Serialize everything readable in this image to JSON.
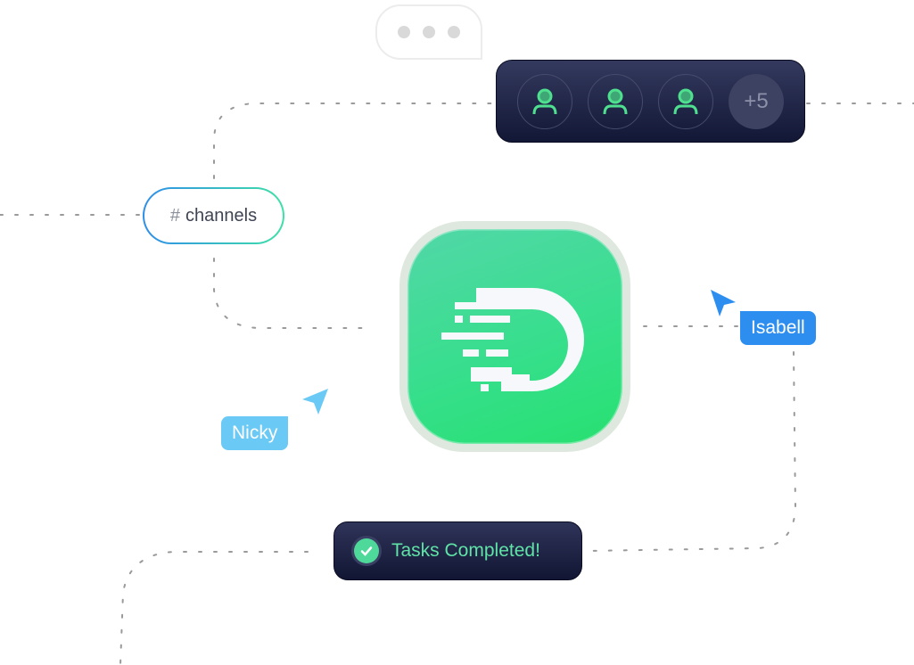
{
  "typing_indicator": {
    "icon": "typing-dots"
  },
  "members": {
    "icon": "user-icon",
    "count": 3,
    "more_label": "+5"
  },
  "channels": {
    "symbol": "#",
    "label": "channels"
  },
  "logo": {
    "name": "app-logo-D",
    "colors": {
      "top": "#52d7a8",
      "bottom": "#27e070"
    }
  },
  "cursors": [
    {
      "name": "Isabell",
      "color": "#2d8ef0"
    },
    {
      "name": "Nicky",
      "color": "#6ac9f5"
    }
  ],
  "tasks": {
    "label": "Tasks Completed!",
    "accent": "#5fe3a6"
  }
}
